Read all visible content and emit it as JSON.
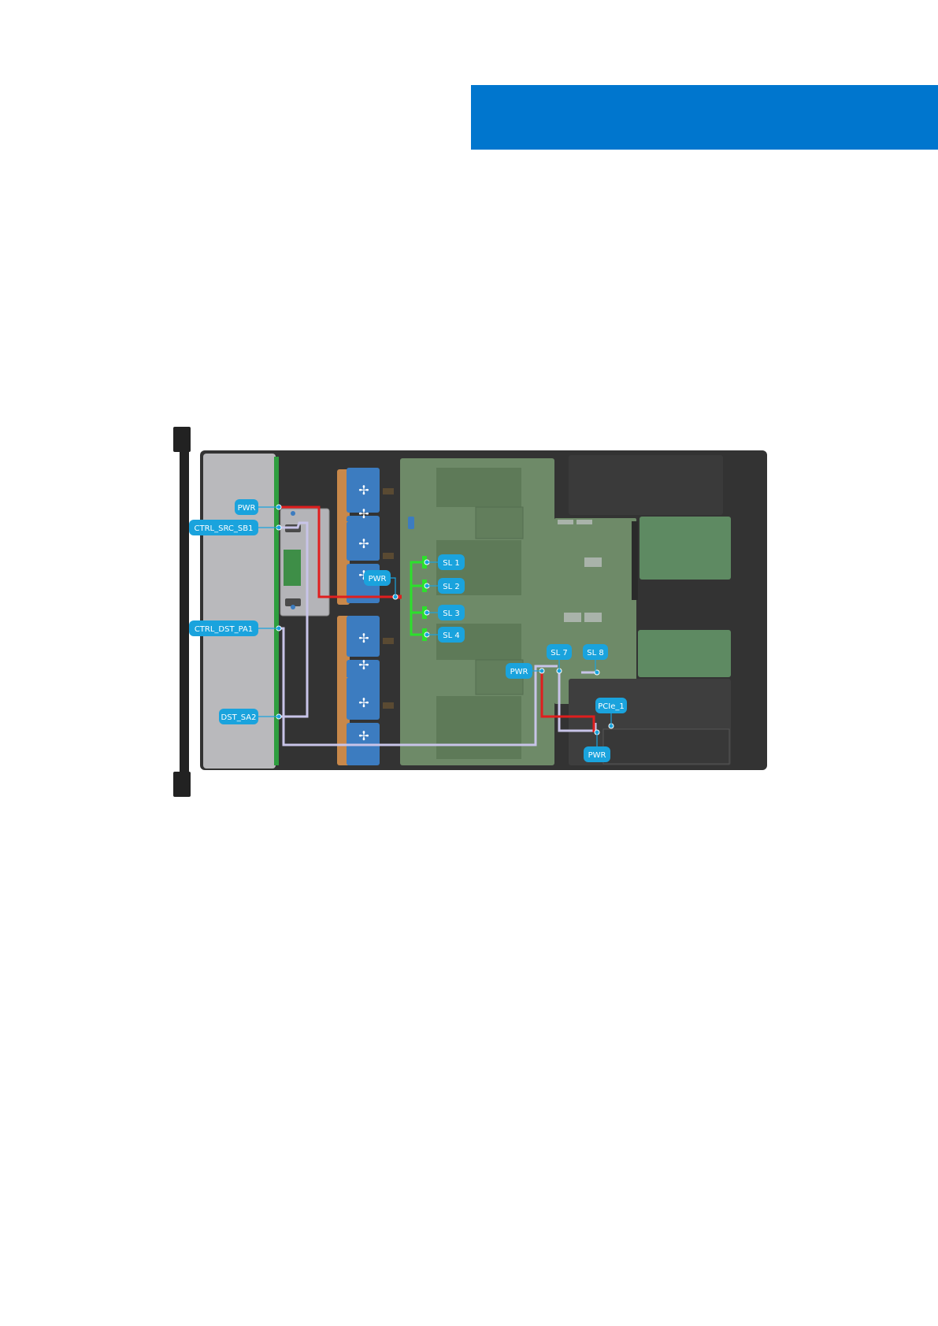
{
  "header": {
    "bar_color": "#0076CE"
  },
  "diagram": {
    "colors": {
      "chassis": "#333333",
      "bezel": "#222222",
      "drive_bay": "#B9B9BC",
      "backplane": "#2E9E3F",
      "motherboard": "#6E8A68",
      "fan_blue": "#3C7CC0",
      "fan_orange": "#C8884A",
      "psu": "#5E8A62",
      "label_bg": "#1AA3DD",
      "cable_power": "#E01E1E",
      "cable_signal": "#C8C4E8",
      "cable_slimline": "#2CE02C"
    },
    "labels": {
      "pwr_backplane": "PWR",
      "ctrl_src_sb1": "CTRL_SRC_SB1",
      "ctrl_dst_pa1": "CTRL_DST_PA1",
      "dst_sa2": "DST_SA2",
      "pwr_board": "PWR",
      "sl1": "SL 1",
      "sl2": "SL 2",
      "sl3": "SL 3",
      "sl4": "SL 4",
      "sl7": "SL 7",
      "sl8": "SL 8",
      "pwr_riser": "PWR",
      "pcie_1": "PCIe_1",
      "pwr_bottom": "PWR"
    }
  }
}
